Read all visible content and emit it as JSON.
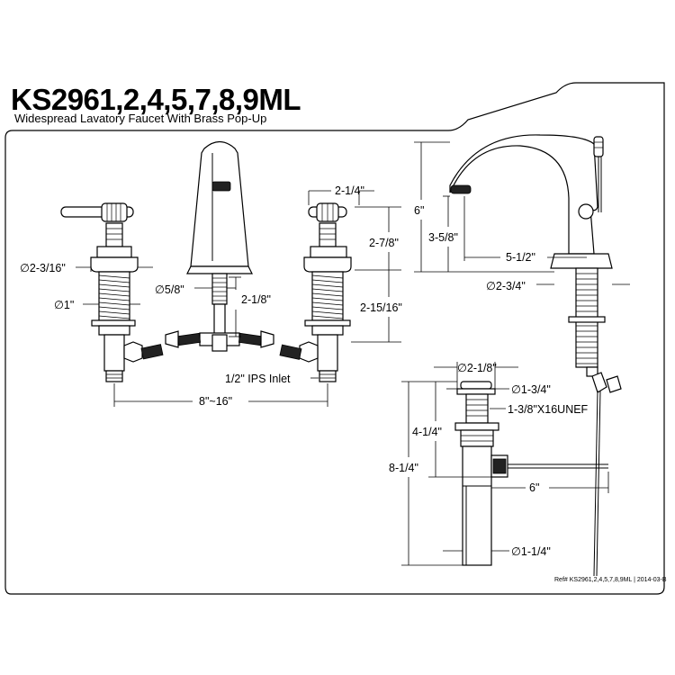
{
  "header": {
    "model": "KS2961,2,4,5,7,8,9ML",
    "description": "Widespread Lavatory Faucet With Brass Pop-Up"
  },
  "dimensions": {
    "handle_flange_dia": "∅2-3/16\"",
    "handle_shank_dia": "∅1\"",
    "spout_shank_dia": "∅5/8\"",
    "spout_shank_len": "2-1/8\"",
    "handle_width": "2-1/4\"",
    "handle_height": "2-7/8\"",
    "handle_shank_len": "2-15/16\"",
    "inlet": "1/2\" IPS Inlet",
    "spread": "8\"~16\"",
    "spout_height": "6\"",
    "spout_clearance": "3-5/8\"",
    "spout_reach": "5-1/2\"",
    "spout_base_dia": "∅2-3/4\"",
    "drain_flange_dia": "∅2-1/8\"",
    "drain_cap_dia": "∅1-3/4\"",
    "drain_thread": "1-3/8\"X16UNEF",
    "drain_body_len": "4-1/4\"",
    "drain_total_len": "8-1/4\"",
    "pivot_rod_len": "6\"",
    "tailpiece_dia": "∅1-1/4\""
  },
  "footer": {
    "reference": "Ref# KS2961,2,4,5,7,8,9ML | 2014-03-B"
  }
}
